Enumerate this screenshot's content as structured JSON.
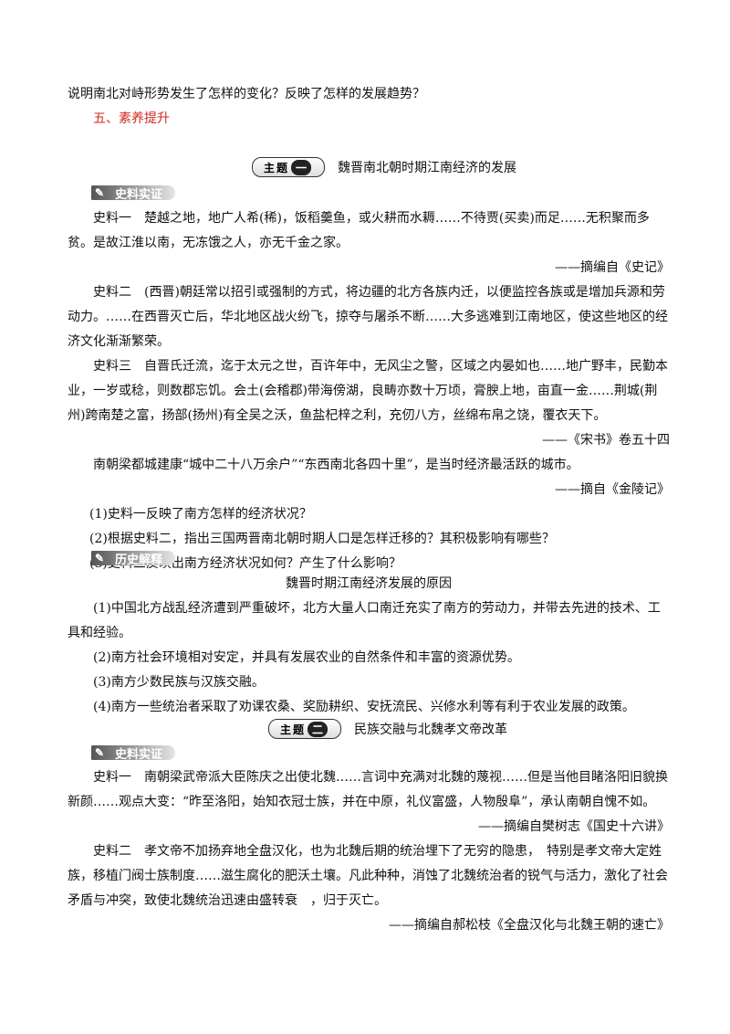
{
  "intro": {
    "question": "说明南北对峙形势发生了怎样的变化？反映了怎样的发展趋势？",
    "section": "五、素养提升"
  },
  "topic1": {
    "badge": "主题",
    "badge_num": "一",
    "title": "魏晋南北朝时期江南经济的发展",
    "tag1": "史料实证",
    "s1": "史料一　楚越之地，地广人希(稀)，饭稻羹鱼，或火耕而水耨……不待贾(买卖)而足……无积聚而多贫。是故江淮以南，无冻饿之人，亦无千金之家。",
    "s1_src": "——摘编自《史记》",
    "s2": "史料二　(西晋)朝廷常以招引或强制的方式，将边疆的北方各族内迁，以便监控各族或是增加兵源和劳动力。……在西晋灭亡后，华北地区战火纷飞，掠夺与屠杀不断……大多逃难到江南地区，使这些地区的经济文化渐渐繁荣。",
    "s3": "史料三　自晋氏迁流，迄于太元之世，百许年中，无风尘之警，区域之内晏如也……地广野丰，民勤本业，一岁或稔，则数郡忘饥。会土(会稽郡)带海傍湖，良畴亦数十万顷，膏腴上地，亩直一金……荆城(荆州)跨南楚之富，扬部(扬州)有全吴之沃，鱼盐杞梓之利，充仞八方，丝绵布帛之饶，覆衣天下。",
    "s3_src": "——《宋书》卷五十四",
    "s4": "南朝梁都城建康“城中二十八万余户”“东西南北各四十里”，是当时经济最活跃的城市。",
    "s4_src": "——摘自《金陵记》",
    "q1": "(1)史料一反映了南方怎样的经济状况？",
    "q2": "(2)根据史料二，指出三国两晋南北朝时期人口是怎样迁移的？其积极影响有哪些？",
    "q3": "(3)史料三反映出南方经济状况如何？产生了什么影响？",
    "tag2": "历史解释",
    "exp_title": "魏晋时期江南经济发展的原因",
    "e1": "(1)中国北方战乱经济遭到严重破坏，北方大量人口南迁充实了南方的劳动力，并带去先进的技术、工具和经验。",
    "e2": "(2)南方社会环境相对安定，并具有发展农业的自然条件和丰富的资源优势。",
    "e3": "(3)南方少数民族与汉族交融。",
    "e4": "(4)南方一些统治者采取了劝课农桑、奖励耕织、安抚流民、兴修水利等有利于农业发展的政策。"
  },
  "topic2": {
    "badge": "主题",
    "badge_num": "二",
    "title": "民族交融与北魏孝文帝改革",
    "tag1": "史料实证",
    "s1": "史料一　南朝梁武帝派大臣陈庆之出使北魏……言词中充满对北魏的蔑视……但是当他目睹洛阳旧貌换新颜……观点大变：“昨至洛阳，始知衣冠士族，并在中原，礼仪富盛，人物殷阜”，承认南朝自愧不如。",
    "s1_src": "——摘编自樊树志《国史十六讲》",
    "s2": "史料二　孝文帝不加扬弃地全盘汉化，也为北魏后期的统治埋下了无穷的隐患，　特别是孝文帝大定姓族，移植门阀士族制度……滋生腐化的肥沃土壤。凡此种种，消蚀了北魏统治者的锐气与活力，激化了社会矛盾与冲突，致使北魏统治迅速由盛转衰　，归于灭亡。",
    "s2_src": "——摘编自郝松枝《全盘汉化与北魏王朝的速亡》"
  }
}
